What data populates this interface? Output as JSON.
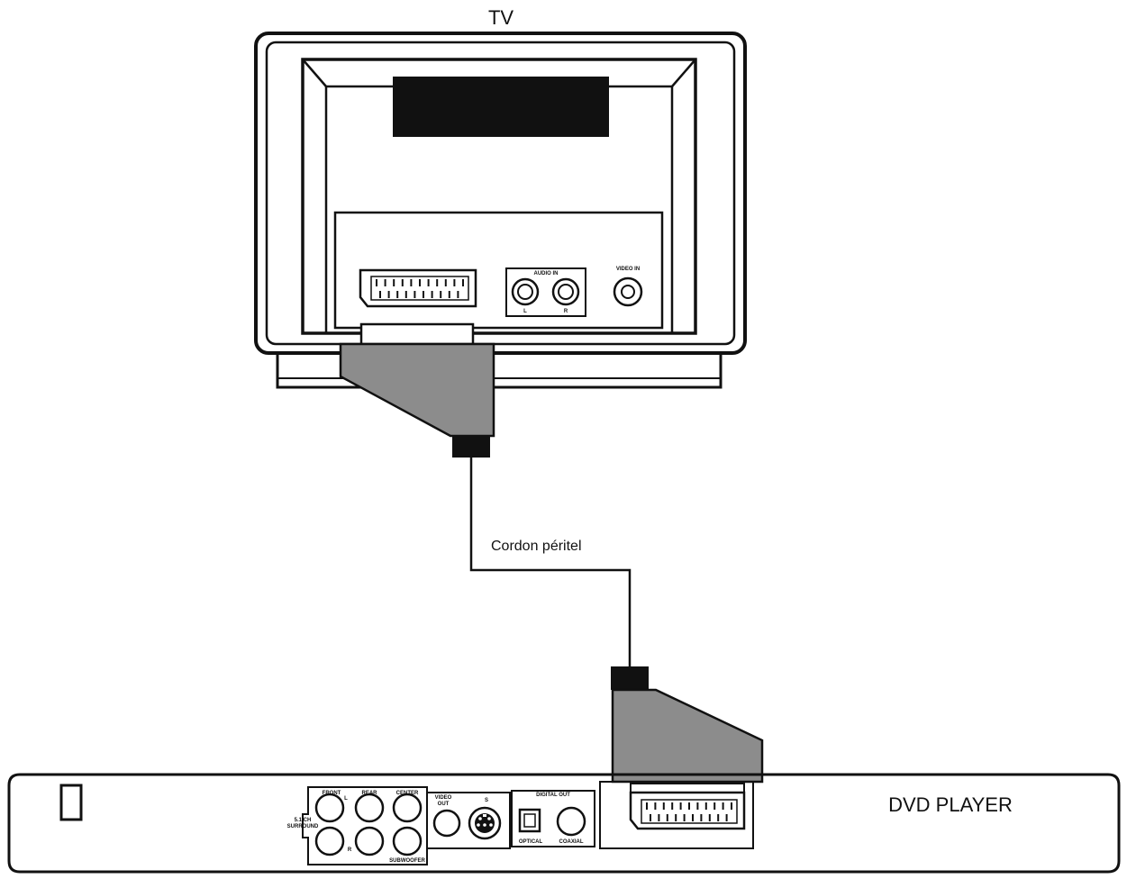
{
  "tv": {
    "label": "TV",
    "audio_in": "AUDIO IN",
    "audio_left": "L",
    "audio_right": "R",
    "video_in": "VIDEO IN"
  },
  "cable": {
    "label": "Cordon péritel"
  },
  "dvd": {
    "label": "DVD PLAYER",
    "front": "FRONT",
    "rear": "REAR",
    "center": "CENTER",
    "surround_line1": "5.1 CH",
    "surround_line2": "SURROUND",
    "front_l": "L",
    "rear_r": "R",
    "subwoofer": "SUBWOOFER",
    "video_out_line1": "VIDEO",
    "video_out_line2": "OUT",
    "s_video": "S",
    "digital_out": "DIGITAL OUT",
    "optical": "OPTICAL",
    "coaxial": "COAXIAL"
  },
  "colors": {
    "outline": "#111111",
    "connector_gray": "#8c8c8c",
    "background": "#ffffff"
  }
}
